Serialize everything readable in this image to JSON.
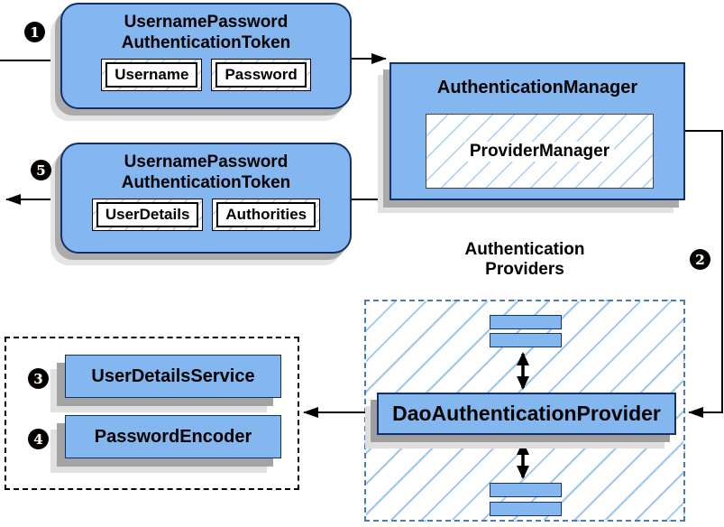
{
  "badges": {
    "step1": "1",
    "step2": "2",
    "step3": "3",
    "step4": "4",
    "step5": "5"
  },
  "token_request": {
    "title_line1": "UsernamePassword",
    "title_line2": "AuthenticationToken",
    "fields": [
      "Username",
      "Password"
    ]
  },
  "token_response": {
    "title_line1": "UsernamePassword",
    "title_line2": "AuthenticationToken",
    "fields": [
      "UserDetails",
      "Authorities"
    ]
  },
  "authentication_manager": {
    "title": "AuthenticationManager",
    "inner": "ProviderManager"
  },
  "authentication_providers": {
    "title_line1": "Authentication",
    "title_line2": "Providers",
    "provider": "DaoAuthenticationProvider"
  },
  "services": {
    "items": [
      "UserDetailsService",
      "PasswordEncoder"
    ]
  },
  "colors": {
    "box_fill": "#84b7f0",
    "box_border": "#14306b",
    "hatch_line": "#a9cdf2",
    "dashed_blue_border": "#4a79ba",
    "dashed_black_border": "#000000",
    "shadow_dark": "#a9a9a9",
    "shadow_light": "#e2e2e2",
    "connector": "#000000"
  }
}
